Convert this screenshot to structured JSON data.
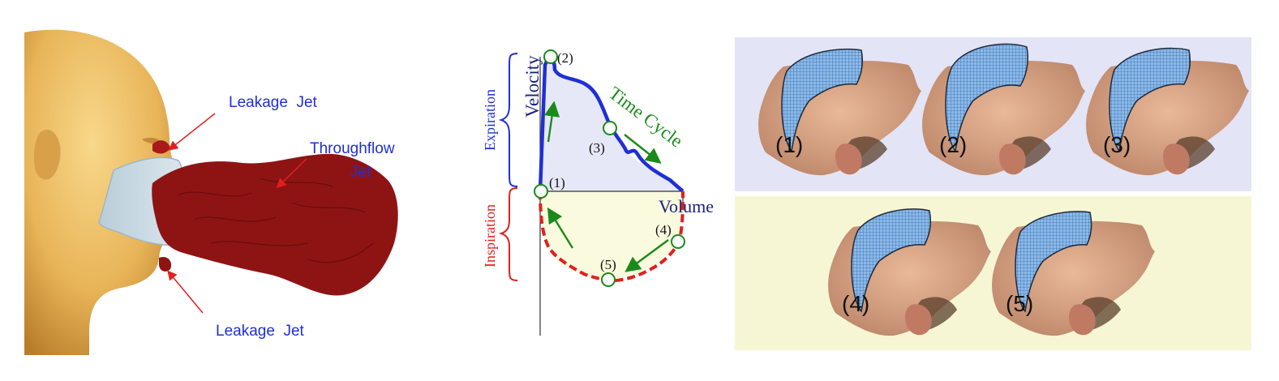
{
  "left_panel": {
    "leakage_top": "Leakage  Jet",
    "throughflow_line1": "Throughflow",
    "throughflow_line2": "Jet",
    "leakage_bottom": "Leakage  Jet",
    "label_color": "#1f2fd6",
    "plume_color": "#8e1414",
    "head_color": "#e8b458"
  },
  "middle_panel": {
    "velocity_label": "Velocity",
    "volume_label": "Volume",
    "time_cycle_label": "Time Cycle",
    "expiration_label": "Expiration",
    "inspiration_label": "Inspiration",
    "point_labels": [
      "(1)",
      "(2)",
      "(3)",
      "(4)",
      "(5)"
    ],
    "expiration_color": "#1f2fd6",
    "inspiration_color": "#e02020",
    "time_cycle_color": "#1b8a1b",
    "expiration_fill": "#e6e8f8",
    "inspiration_fill": "#fafade"
  },
  "right_panel": {
    "top_band_color": "#e3e4f6",
    "bottom_band_color": "#f6f6d4",
    "frame_labels": [
      "(1)",
      "(2)",
      "(3)",
      "(4)",
      "(5)"
    ],
    "mask_color": "#4a8fd6",
    "skin_color": "#d7a583"
  }
}
